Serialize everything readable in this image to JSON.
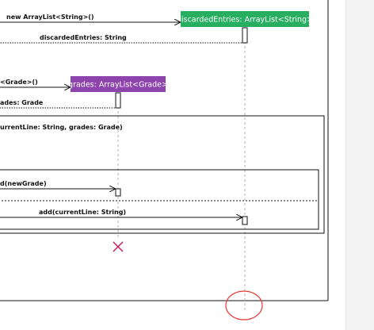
{
  "diagram": {
    "type": "sequence",
    "participants": [
      {
        "id": "discardedEntries",
        "label": "discardedEntries: ArrayList<String>",
        "color": "#27ae60"
      },
      {
        "id": "grades",
        "label": "grades: ArrayList<Grade>",
        "color": "#8e44ad"
      }
    ],
    "messages": [
      {
        "id": "create-discarded",
        "text": "new ArrayList<String>()",
        "kind": "create"
      },
      {
        "id": "return-discarded",
        "text": "discardedEntries: String",
        "kind": "return"
      },
      {
        "id": "create-grades",
        "text": "<Grade>()",
        "kind": "create"
      },
      {
        "id": "return-grades",
        "text": "ades: Grade",
        "kind": "return"
      },
      {
        "id": "add-newgrade",
        "text": "d(newGrade)",
        "kind": "call"
      },
      {
        "id": "add-currentline",
        "text": "add(currentLine: String)",
        "kind": "call"
      }
    ],
    "frames": [
      {
        "id": "outer-frame",
        "text": "urrentLine: String, grades: Grade)"
      }
    ],
    "markers": {
      "destroy": "grades lifeline destroyed",
      "highlight": "discardedEntries lifeline end"
    },
    "colors": {
      "line": "#111111",
      "lifeline": "#b0b0b0",
      "destroy": "#c2185b",
      "highlight": "#e53935"
    }
  }
}
